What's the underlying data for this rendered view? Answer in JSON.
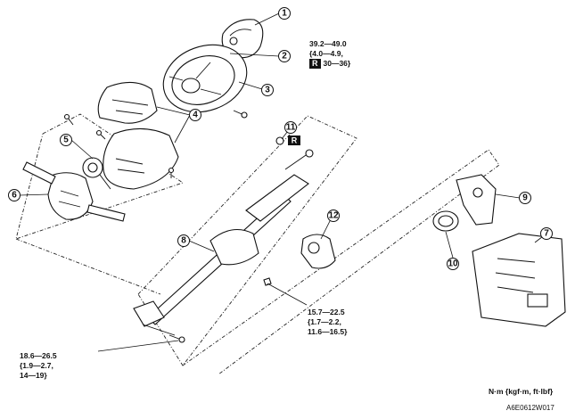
{
  "callouts": [
    "1",
    "2",
    "3",
    "4",
    "5",
    "6",
    "7",
    "8",
    "9",
    "10",
    "11",
    "12"
  ],
  "torque_specs": {
    "steering_wheel_nut": {
      "line1": "39.2—49.0",
      "line2": "{4.0—4.9,",
      "line3": "30—36}",
      "mark": "R"
    },
    "bracket_nut": {
      "mark": "R"
    },
    "column_bolt": {
      "line1": "15.7—22.5",
      "line2": "{1.7—2.2,",
      "line3": "11.6—16.5}"
    },
    "joint_bolt": {
      "line1": "18.6—26.5",
      "line2": "{1.9—2.7,",
      "line3": "14—19}"
    }
  },
  "units": "N·m {kgf·m, ft·lbf}",
  "figure_id": "A6E0612W017"
}
